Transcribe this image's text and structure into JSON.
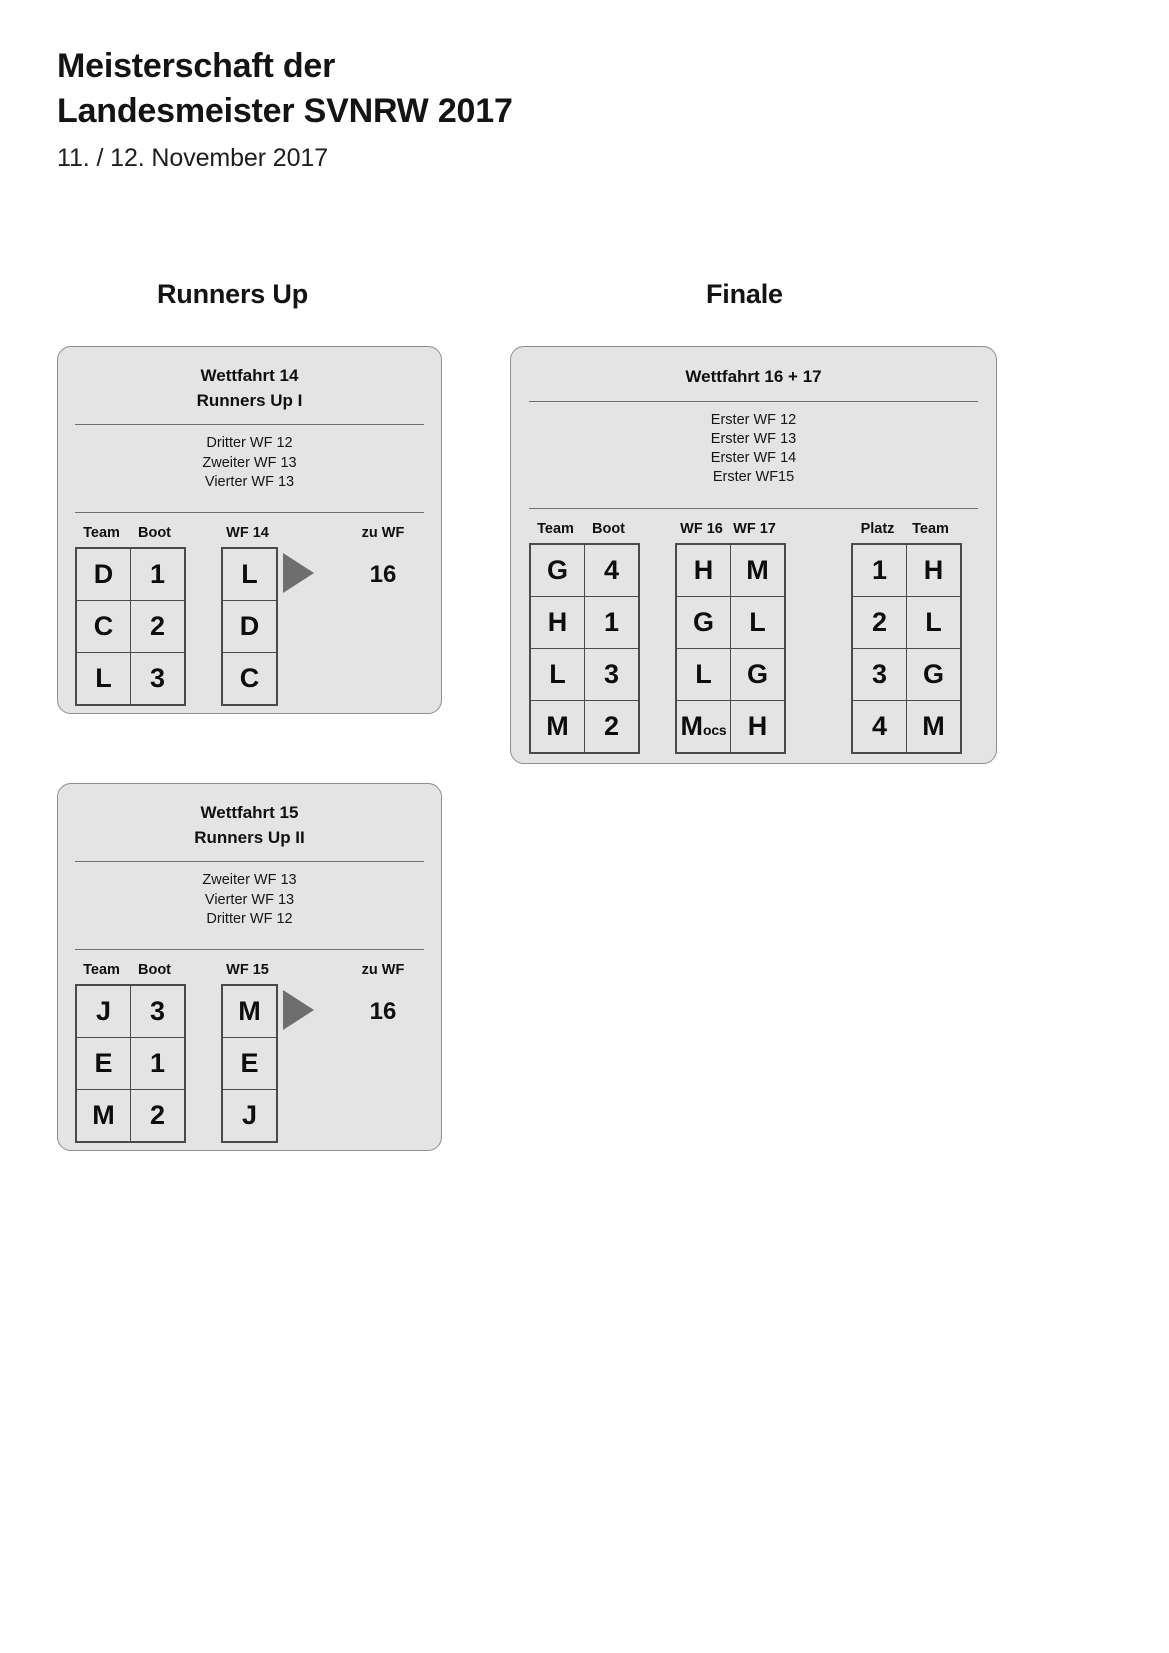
{
  "header": {
    "title": "Meisterschaft der\nLandesmeister SVNRW 2017",
    "subtitle": "11. / 12. November 2017"
  },
  "sections": {
    "runners_up": "Runners Up",
    "finale": "Finale"
  },
  "colors": {
    "card_background": "#e4e4e4",
    "card_border": "#8e8e8e",
    "cell_border": "#4a4a4a",
    "arrow": "#6e6e6e",
    "text": "#101010",
    "page_background": "#ffffff"
  },
  "cards": {
    "wf14": {
      "title": "Wettfahrt 14\nRunners Up I",
      "qualifiers": "Dritter WF 12\nZweiter WF 13\nVierter WF 13",
      "columns": {
        "team": "Team",
        "boot": "Boot",
        "race": "WF 14",
        "zu_wf": "zu WF"
      },
      "rows": [
        {
          "team": "D",
          "boot": "1",
          "race": "L"
        },
        {
          "team": "C",
          "boot": "2",
          "race": "D"
        },
        {
          "team": "L",
          "boot": "3",
          "race": "C"
        }
      ],
      "zu_wf_value": "16"
    },
    "wf15": {
      "title": "Wettfahrt 15\nRunners Up II",
      "qualifiers": "Zweiter WF 13\nVierter WF 13\nDritter WF 12",
      "columns": {
        "team": "Team",
        "boot": "Boot",
        "race": "WF 15",
        "zu_wf": "zu WF"
      },
      "rows": [
        {
          "team": "J",
          "boot": "3",
          "race": "M"
        },
        {
          "team": "E",
          "boot": "1",
          "race": "E"
        },
        {
          "team": "M",
          "boot": "2",
          "race": "J"
        }
      ],
      "zu_wf_value": "16"
    },
    "finale": {
      "title": "Wettfahrt 16 + 17",
      "qualifiers": "Erster WF 12\nErster WF 13\nErster WF 14\nErster WF15",
      "columns": {
        "team": "Team",
        "boot": "Boot",
        "wf16": "WF 16",
        "wf17": "WF 17",
        "platz": "Platz",
        "result_team": "Team"
      },
      "entries": [
        {
          "team": "G",
          "boot": "4"
        },
        {
          "team": "H",
          "boot": "1"
        },
        {
          "team": "L",
          "boot": "3"
        },
        {
          "team": "M",
          "boot": "2"
        }
      ],
      "wf16": [
        {
          "value": "H",
          "note": ""
        },
        {
          "value": "G",
          "note": ""
        },
        {
          "value": "L",
          "note": ""
        },
        {
          "value": "M",
          "note": "ocs"
        }
      ],
      "wf17": [
        {
          "value": "M"
        },
        {
          "value": "L"
        },
        {
          "value": "G"
        },
        {
          "value": "H"
        }
      ],
      "results": [
        {
          "platz": "1",
          "team": "H"
        },
        {
          "platz": "2",
          "team": "L"
        },
        {
          "platz": "3",
          "team": "G"
        },
        {
          "platz": "4",
          "team": "M"
        }
      ]
    }
  }
}
